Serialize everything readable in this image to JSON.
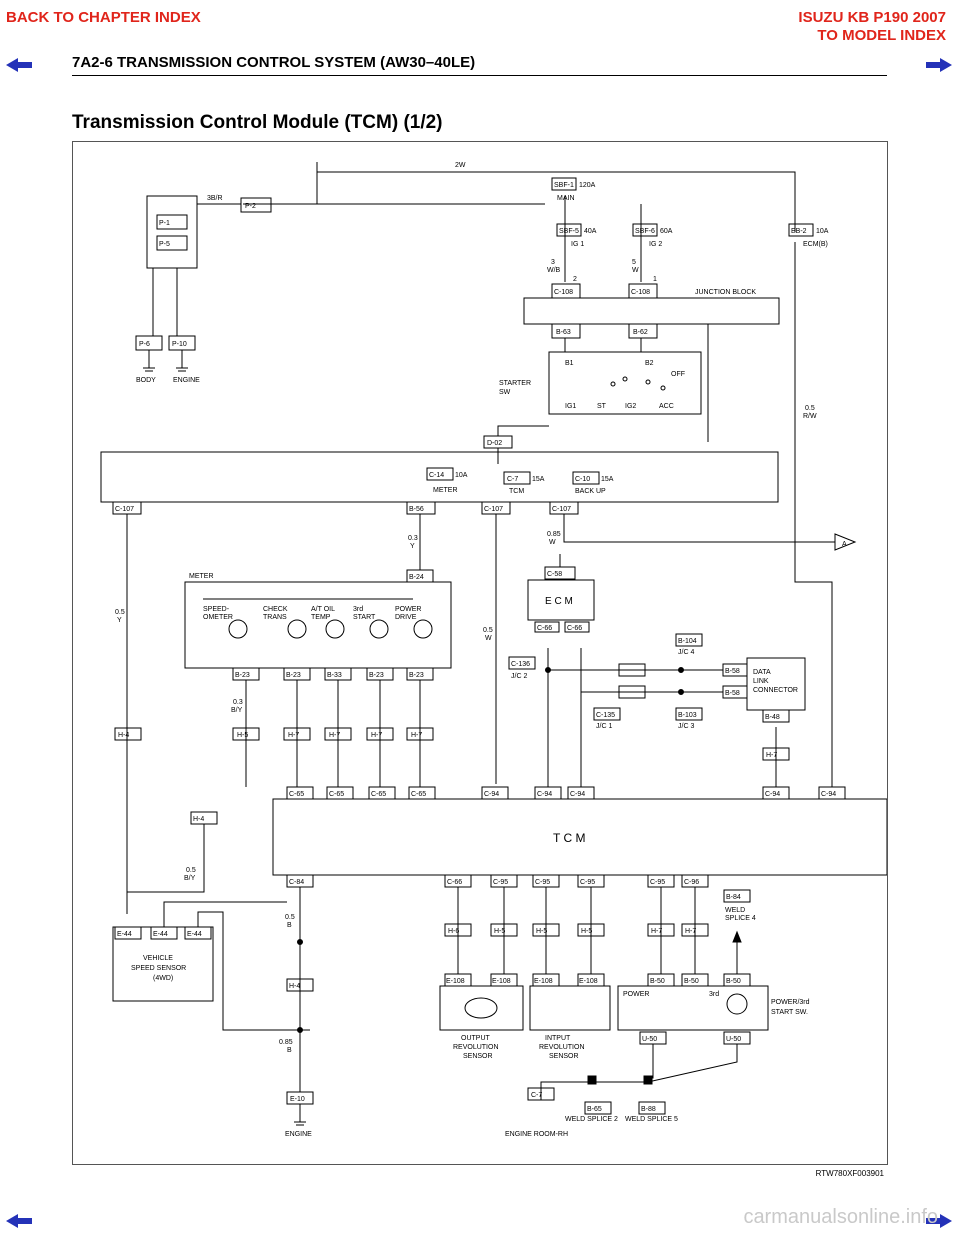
{
  "header": {
    "back_to_chapter": "BACK TO CHAPTER INDEX",
    "model_title": "ISUZU KB P190 2007",
    "to_model_index": "TO MODEL INDEX",
    "page_title": "7A2-6  TRANSMISSION CONTROL SYSTEM (AW30–40LE)"
  },
  "section_title": "Transmission Control Module (TCM) (1/2)",
  "diagram": {
    "top_wire": "2W",
    "battery_wire": "3B/R",
    "sbf1": "SBF-1",
    "sbf1_amp": "120A",
    "main": "MAIN",
    "sbf5": "SBF-5",
    "sbf5_amp": "40A",
    "ig1": "IG 1",
    "sbf6": "SBF-6",
    "sbf6_amp": "60A",
    "ig2": "IG 2",
    "eb2": "EB-2",
    "eb2_amp": "10A",
    "ecm_b": "ECM(B)",
    "junction_block": "JUNCTION BLOCK",
    "p1": "P-1",
    "p5": "P-5",
    "p2": "P-2",
    "p6": "P-6",
    "p10": "P-10",
    "body": "BODY",
    "engine": "ENGINE",
    "c108a": "C-108",
    "c108b": "C-108",
    "b63": "B-63",
    "b62": "B-62",
    "w3": "3",
    "w3c": "W/B",
    "w5": "5",
    "w5c": "W",
    "pin2": "2",
    "pin1": "1",
    "starter_sw": "STARTER",
    "starter_sw2": "SW",
    "b1": "B1",
    "b2": "B2",
    "ig1sw": "IG1",
    "st": "ST",
    "ig2sw": "IG2",
    "acc": "ACC",
    "off": "OFF",
    "d02": "D-02",
    "c14": "C-14",
    "c14_amp": "10A",
    "meter_f": "METER",
    "c7f": "C-7",
    "c7_amp": "15A",
    "tcm_f": "TCM",
    "c10": "C-10",
    "c10_amp": "15A",
    "backup": "BACK UP",
    "c107a": "C-107",
    "b56": "B-56",
    "c107b": "C-107",
    "c107c": "C-107",
    "ra": "A",
    "c58": "C-58",
    "ecm": "E C M",
    "c66a": "C-66",
    "c66b": "C-66",
    "meter": "METER",
    "b24": "B-24",
    "speedometer": "SPEED-",
    "speedometer2": "OMETER",
    "check": "CHECK",
    "check2": "TRANS",
    "atoil": "A/T OIL",
    "atoil2": "TEMP",
    "start3": "3rd",
    "start3b": "START",
    "powerd": "POWER",
    "powerd2": "DRIVE",
    "b23a": "B-23",
    "b23b": "B-23",
    "b23c": "B-33",
    "b23d": "B-23",
    "b23e": "B-23",
    "h4a": "H-4",
    "h5": "H-5",
    "h7a": "H-7",
    "h7b": "H-7",
    "h7c": "H-7",
    "h7d": "H-7",
    "c65a": "C-65",
    "c65b": "C-65",
    "c65c": "C-65",
    "c65d": "C-65",
    "c94a": "C-94",
    "c94b": "C-94",
    "c94c": "C-94",
    "c94d": "C-94",
    "c94e": "C-94",
    "b104": "B-104",
    "jc4": "J/C 4",
    "c136": "C-136",
    "jc2": "J/C 2",
    "c135": "C-135",
    "jc1": "J/C 1",
    "b103": "B-103",
    "jc3": "J/C 3",
    "b58a": "B-58",
    "b58b": "B-58",
    "dlc": "DATA",
    "dlc2": "LINK",
    "dlc3": "CONNECTOR",
    "b48": "B-48",
    "h47": "H-7",
    "tcm": "T C M",
    "c84": "C-84",
    "c66c": "C-66",
    "c95a": "C-95",
    "c95b": "C-95",
    "c95c": "C-95",
    "c95d": "C-95",
    "c96": "C-96",
    "h4b": "H-4",
    "e44a": "E-44",
    "e44b": "E-44",
    "e44c": "E-44",
    "vss": "VEHICLE",
    "vss2": "SPEED SENSOR",
    "vss3": "(4WD)",
    "h4c": "H-4",
    "e10": "E-10",
    "engine2": "ENGINE",
    "h6a": "H-6",
    "h6b": "H-5",
    "h6c": "H-5",
    "h6d": "H-5",
    "e108a": "E-108",
    "e108b": "E-108",
    "e108c": "E-108",
    "e108d": "E-108",
    "out_sensor": "OUTPUT",
    "out_sensor2": "REVOLUTION",
    "out_sensor3": "SENSOR",
    "in_sensor": "INTPUT",
    "in_sensor2": "REVOLUTION",
    "in_sensor3": "SENSOR",
    "h7e": "H-7",
    "h7f": "H-7",
    "b84": "B-84",
    "weld4": "WELD",
    "weld4b": "SPLICE 4",
    "b50a": "B-50",
    "b50b": "B-50",
    "b50c": "B-50",
    "power_lbl": "POWER",
    "third_lbl": "3rd",
    "u50a": "U-50",
    "u50b": "U-50",
    "power3": "POWER/3rd",
    "power3b": "START SW.",
    "c7b": "C-7",
    "b65": "B-65",
    "weld2": "WELD SPLICE 2",
    "b88": "B-88",
    "weld5": "WELD SPLICE 5",
    "engine_room": "ENGINE ROOM-RH",
    "wire_05rw": "0.5",
    "wire_05rw_c": "R/W",
    "wire_05y": "0.5",
    "wire_05y_c": "Y",
    "wire_05w": "0.5",
    "wire_05w_c": "W",
    "wire_085w": "0.85",
    "wire_085w_c": "W",
    "wire_03y": "0.3",
    "wire_03y_c": "Y",
    "wire_03by": "0.3",
    "wire_03by_c": "B/Y",
    "wire_05by": "0.5",
    "wire_05by_c": "B/Y",
    "wire_05b": "0.5",
    "wire_05b_c": "B",
    "wire_085b": "0.85",
    "wire_085b_c": "B"
  },
  "figure_code": "RTW780XF003901",
  "watermark": "carmanualsonline.info",
  "colors": {
    "accent": "#e0251b",
    "nav_blue": "#2432b8"
  }
}
